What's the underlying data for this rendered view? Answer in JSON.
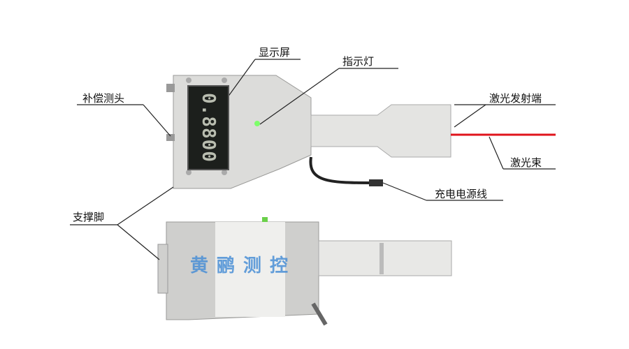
{
  "labels": {
    "display": "显示屏",
    "indicator": "指示灯",
    "compensation_probe": "补偿测头",
    "laser_emitter": "激光发射端",
    "laser_beam": "激光束",
    "charging_cable": "充电电源线",
    "support_foot": "支撑脚"
  },
  "device": {
    "display_reading": "0.8800",
    "brand_text": "黄鹂测控"
  },
  "colors": {
    "laser": "#e0141c",
    "indicator": "#7dff6a",
    "brand": "#4a8fd6",
    "body": "#d8d8d6"
  }
}
